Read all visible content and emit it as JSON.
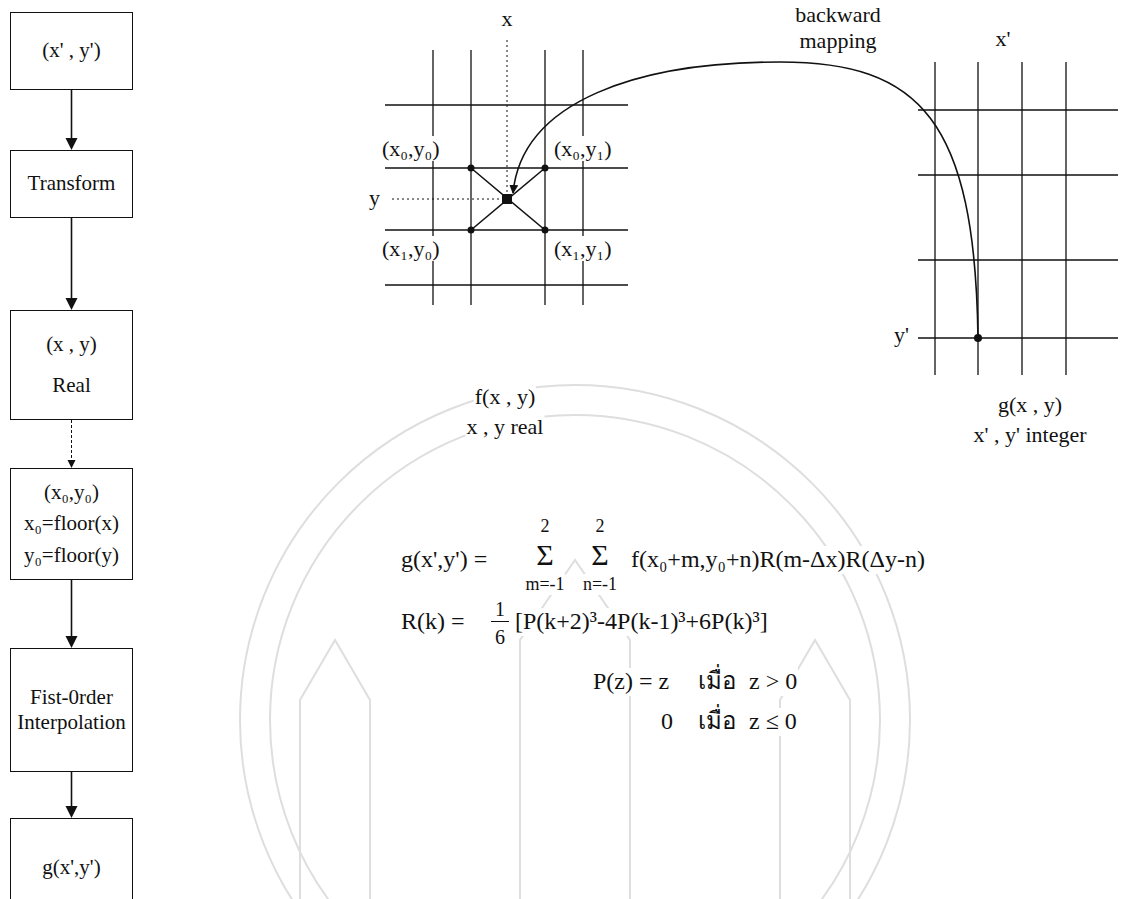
{
  "diagram": {
    "nodes": [
      {
        "text": [
          "(x' , y')"
        ]
      },
      {
        "text": [
          "Transform"
        ]
      },
      {
        "text": [
          "(x , y)",
          "Real"
        ]
      },
      {
        "text": [
          "(x₀,y₀)",
          "x₀=floor(x)",
          "y₀=floor(y)"
        ]
      },
      {
        "text": [
          "Fist-0rder Interpolation"
        ]
      },
      {
        "text": [
          "g(x',y')"
        ]
      }
    ],
    "edges": [
      {
        "from": 0,
        "to": 1,
        "arrow": "to"
      },
      {
        "from": 1,
        "to": 2,
        "arrow": "to"
      },
      {
        "from": 2,
        "to": 3,
        "arrow": "to"
      },
      {
        "from": 3,
        "to": 4,
        "arrow": "to"
      },
      {
        "from": 4,
        "to": 5,
        "arrow": "to"
      }
    ],
    "labels": [
      "x",
      "backward mapping",
      "x'",
      "(x₀,y₀)",
      "(x₀,y₁)",
      "y",
      "(x₁,y₀)",
      "(x₁,y₁)",
      "y'",
      "f(x , y)",
      "x , y real",
      "g(x , y)",
      "x' , y' integer",
      "2",
      "2",
      "g(x',y') =",
      "Σ",
      "Σ",
      "f(x₀+m,y₀+n)R(m-Δx)R(Δy-n)",
      "m=-1",
      "n=-1",
      "R(k) =",
      "1",
      "6",
      "[P(k+2)³-4P(k-1)³+6P(k)³]",
      "P(z) = z",
      "เมื่อ",
      "z > 0",
      "0",
      "เมื่อ",
      "z ≤ 0"
    ]
  }
}
